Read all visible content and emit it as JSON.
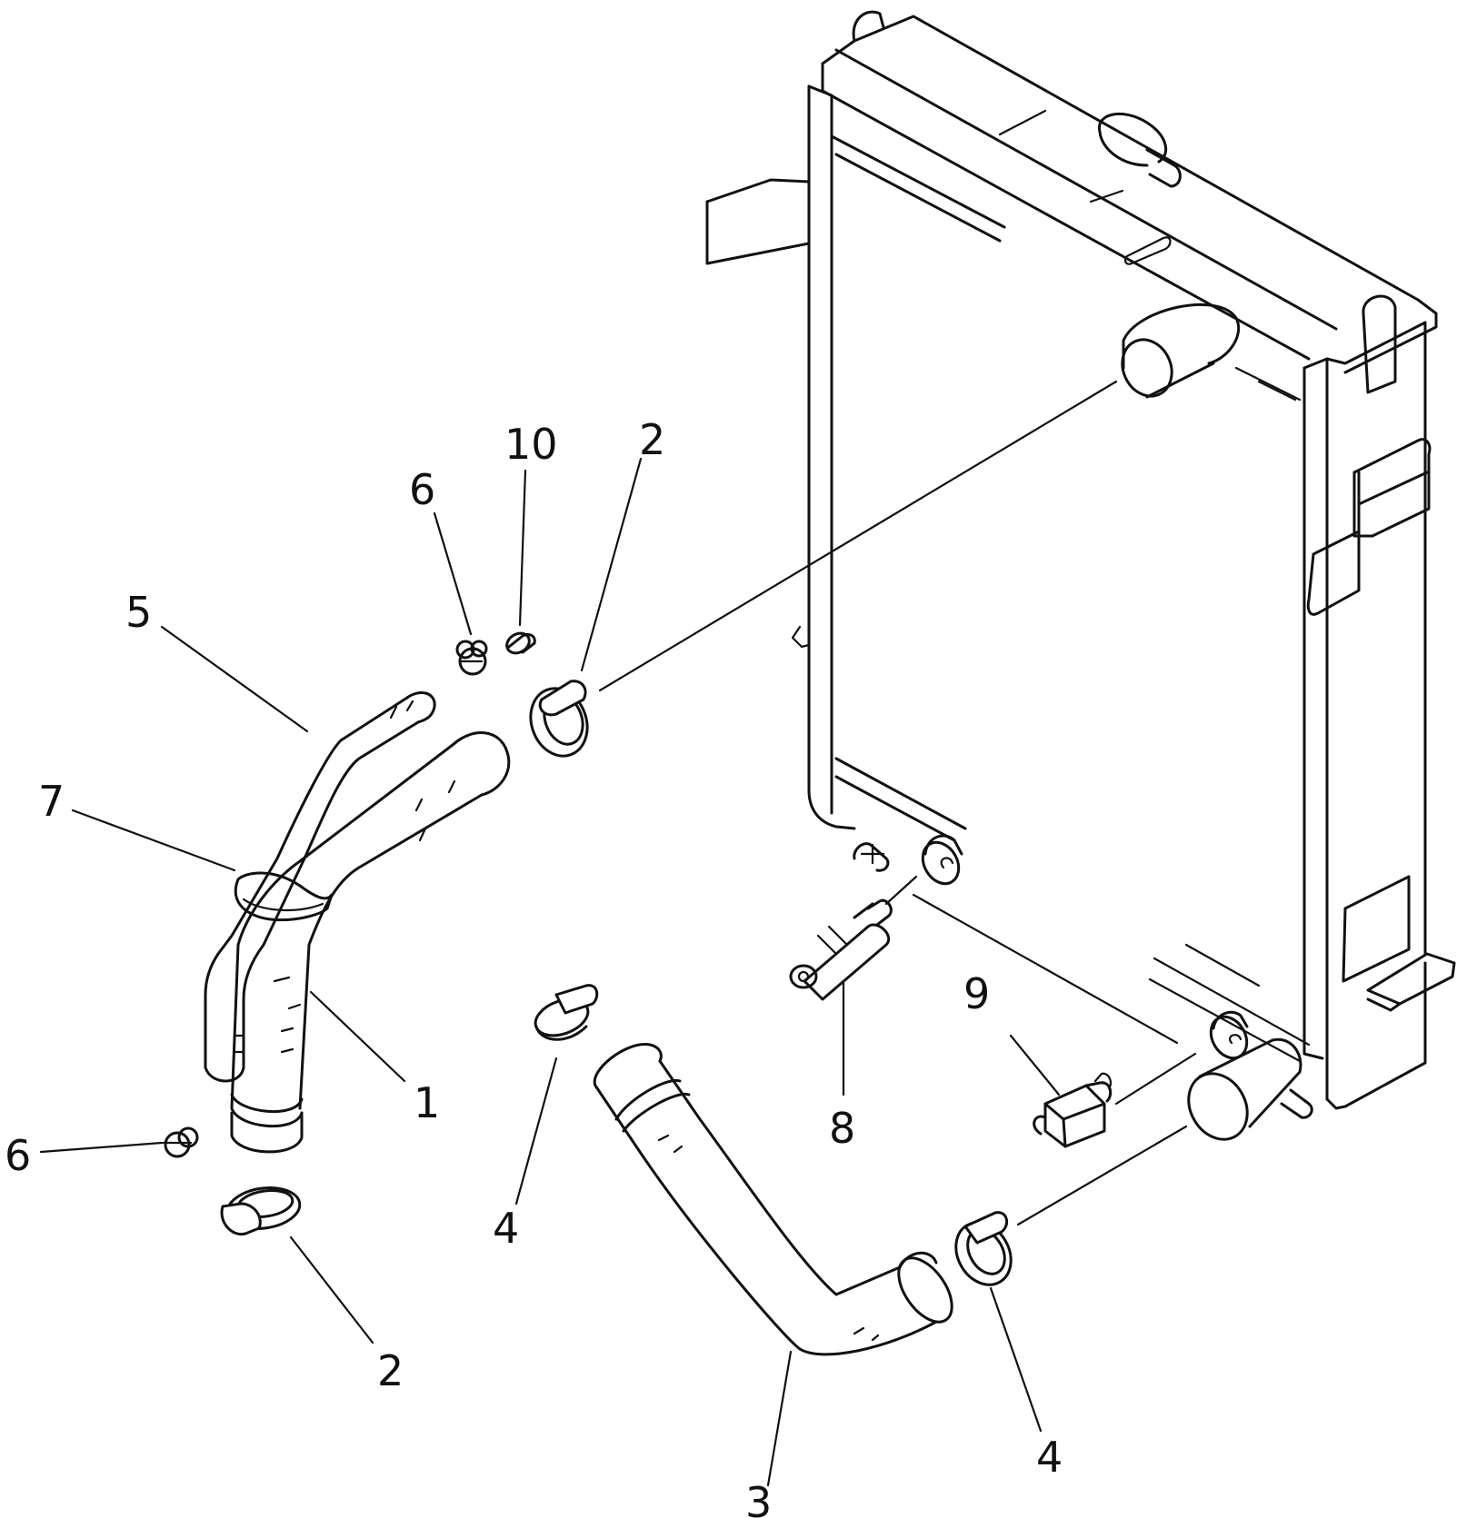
{
  "callouts": [
    {
      "id": "c1",
      "text": "1"
    },
    {
      "id": "c2a",
      "text": "2"
    },
    {
      "id": "c2b",
      "text": "2"
    },
    {
      "id": "c3",
      "text": "3"
    },
    {
      "id": "c4a",
      "text": "4"
    },
    {
      "id": "c4b",
      "text": "4"
    },
    {
      "id": "c5",
      "text": "5"
    },
    {
      "id": "c6a",
      "text": "6"
    },
    {
      "id": "c6b",
      "text": "6"
    },
    {
      "id": "c7",
      "text": "7"
    },
    {
      "id": "c8",
      "text": "8"
    },
    {
      "id": "c9",
      "text": "9"
    },
    {
      "id": "c10",
      "text": "10"
    }
  ],
  "colors": {
    "line": "#111111",
    "background": "#ffffff"
  }
}
